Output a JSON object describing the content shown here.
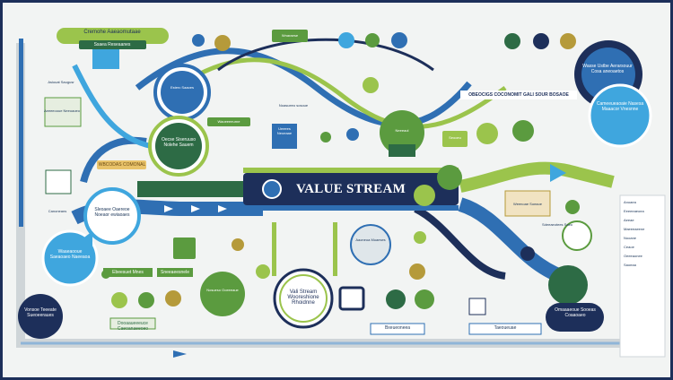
{
  "diagram": {
    "title": "VALUE STREAM",
    "center_label": "Vali Stream Wooreshione Rhoidnne",
    "left_top_title": "Cremohe Aaeaomutaae",
    "left_top_subtitle": "Ssaea Reseaanes",
    "top_banner": "OBEOCIGS COCONOMIT GALI SOUR BOSAOE",
    "left_tag": "WBCODAS COMONAL",
    "right_box": "Wasse Ustbe Aerarsouur Cosa aneoaetos",
    "right_box_2": "Cameeueaoaie Nasesa Maaacor Vnesnne",
    "bottom_right_box": "Omaaaeoue Sooeas Coaaoaeo",
    "left_bottom_circle": "Vonsoe Teeeate Sueoeeraues",
    "left_bottom_circle_2": "Waaeaooue Saeaoaeo Naeeaoa",
    "left_mid_circle": "Sleoaee Oaereoe Noeaor ewiaoaes",
    "mid_left_box": "Oecse Siseruuso Nolehe Sauem",
    "legend_left_bottom": "Dooaaueeeuce Caeoanaeeoeo",
    "legend_items": [
      "Ebeesuet Mnes",
      "Sneeaeesnele",
      "Bxeueoneea",
      "Taeoueuae"
    ],
    "small_labels": [
      "Asiouat Saugusr",
      "Esterc Saaoes",
      "Waoeeeeurne",
      "Noasueeo sosoue",
      "Wnaraese",
      "Neeeaol",
      "Canoneans",
      "Aaoneoa Muaeses",
      "Nosueso Ooeeeaue",
      "Weenoae Soeaoe",
      "Sdeeaeotees Saeo"
    ],
    "mid_box_labels": [
      "Ueeees Neoeaae",
      "Aeeeeooue Neeoaoeo",
      "Seooeu"
    ],
    "right_panel_lines": [
      "Anoaea",
      "Eeeeeaeoea",
      "Aeeae",
      "Maeeeaeene",
      "Nooane",
      "Ceaoe",
      "Oeeeaonee",
      "Saoeaa"
    ],
    "colors": {
      "navy": "#1d2f5a",
      "blue": "#2f6fb3",
      "light_blue": "#3fa6de",
      "green": "#5b9b3f",
      "dark_green": "#2d6b45",
      "lime": "#9bc44c",
      "mustard": "#b59a3a",
      "background": "#f2f4f3"
    },
    "icons": [
      "building-icon",
      "people-icon",
      "chart-icon",
      "leaf-icon",
      "gear-icon",
      "document-icon",
      "arrow-icon",
      "factory-icon"
    ]
  }
}
